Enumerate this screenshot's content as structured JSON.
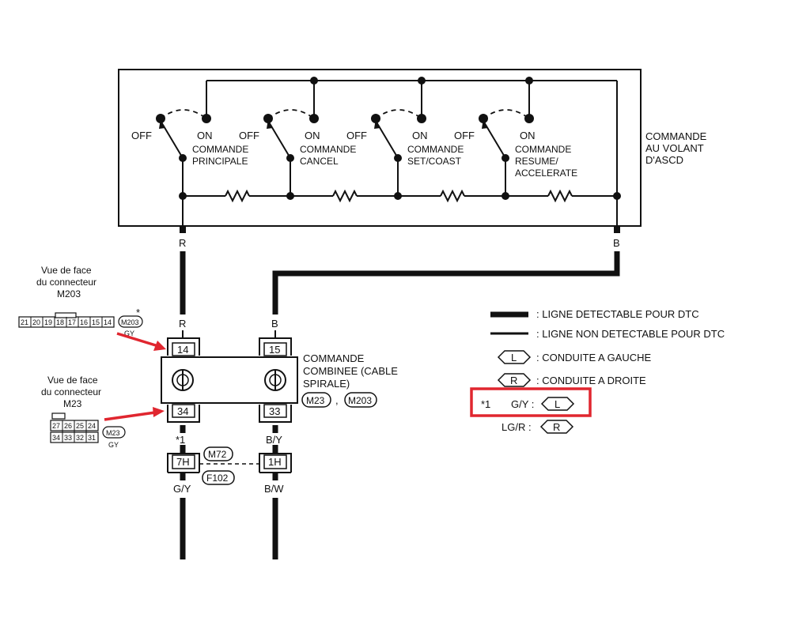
{
  "switch_unit": {
    "title_line1": "COMMANDE",
    "title_line2": "AU VOLANT",
    "title_line3": "D'ASCD",
    "off_label": "OFF",
    "on_label": "ON",
    "switches": [
      {
        "name_line1": "COMMANDE",
        "name_line2": "PRINCIPALE",
        "name_line3": ""
      },
      {
        "name_line1": "COMMANDE",
        "name_line2": "CANCEL",
        "name_line3": ""
      },
      {
        "name_line1": "COMMANDE",
        "name_line2": "SET/COAST",
        "name_line3": ""
      },
      {
        "name_line1": "COMMANDE",
        "name_line2": "RESUME/",
        "name_line3": "ACCELERATE"
      }
    ],
    "wire_left": "R",
    "wire_right": "B"
  },
  "connector_m203": {
    "caption_line1": "Vue de face",
    "caption_line2": "du connecteur",
    "caption_line3": "M203",
    "pins": [
      "21",
      "20",
      "19",
      "18",
      "17",
      "16",
      "15",
      "14"
    ],
    "tag": "M203",
    "color": "GY",
    "star": "*"
  },
  "connector_m23": {
    "caption_line1": "Vue de face",
    "caption_line2": "du connecteur",
    "caption_line3": "M23",
    "pins_top": [
      "27",
      "26",
      "25",
      "24"
    ],
    "pins_bottom": [
      "34",
      "33",
      "32",
      "31"
    ],
    "tag": "M23",
    "color": "GY"
  },
  "spiral_cable": {
    "wire_top_left": "R",
    "wire_top_right": "B",
    "pin_top_left": "14",
    "pin_top_right": "15",
    "pin_bottom_left": "34",
    "pin_bottom_right": "33",
    "label_line1": "COMMANDE",
    "label_line2": "COMBINEE (CABLE",
    "label_line3": "SPIRALE)",
    "tag_a": "M23",
    "separator": ",",
    "tag_b": "M203",
    "wire_bottom_left": "*1",
    "wire_bottom_right": "B/Y"
  },
  "junction": {
    "pin_left": "7H",
    "pin_right": "1H",
    "tag_top": "M72",
    "tag_bottom": "F102",
    "wire_left": "G/Y",
    "wire_right": "B/W"
  },
  "legend": {
    "thick_line": ": LIGNE DETECTABLE POUR DTC",
    "thin_line": ": LIGNE NON DETECTABLE POUR DTC",
    "l_symbol": "L",
    "l_desc": ": CONDUITE A GAUCHE",
    "r_symbol": "R",
    "r_desc": ": CONDUITE A DROITE",
    "star_label": "*1",
    "gy_label": "G/Y :",
    "gy_symbol": "L",
    "lgr_label": "LG/R :",
    "lgr_symbol": "R",
    "highlight_color": "#e0262f"
  }
}
